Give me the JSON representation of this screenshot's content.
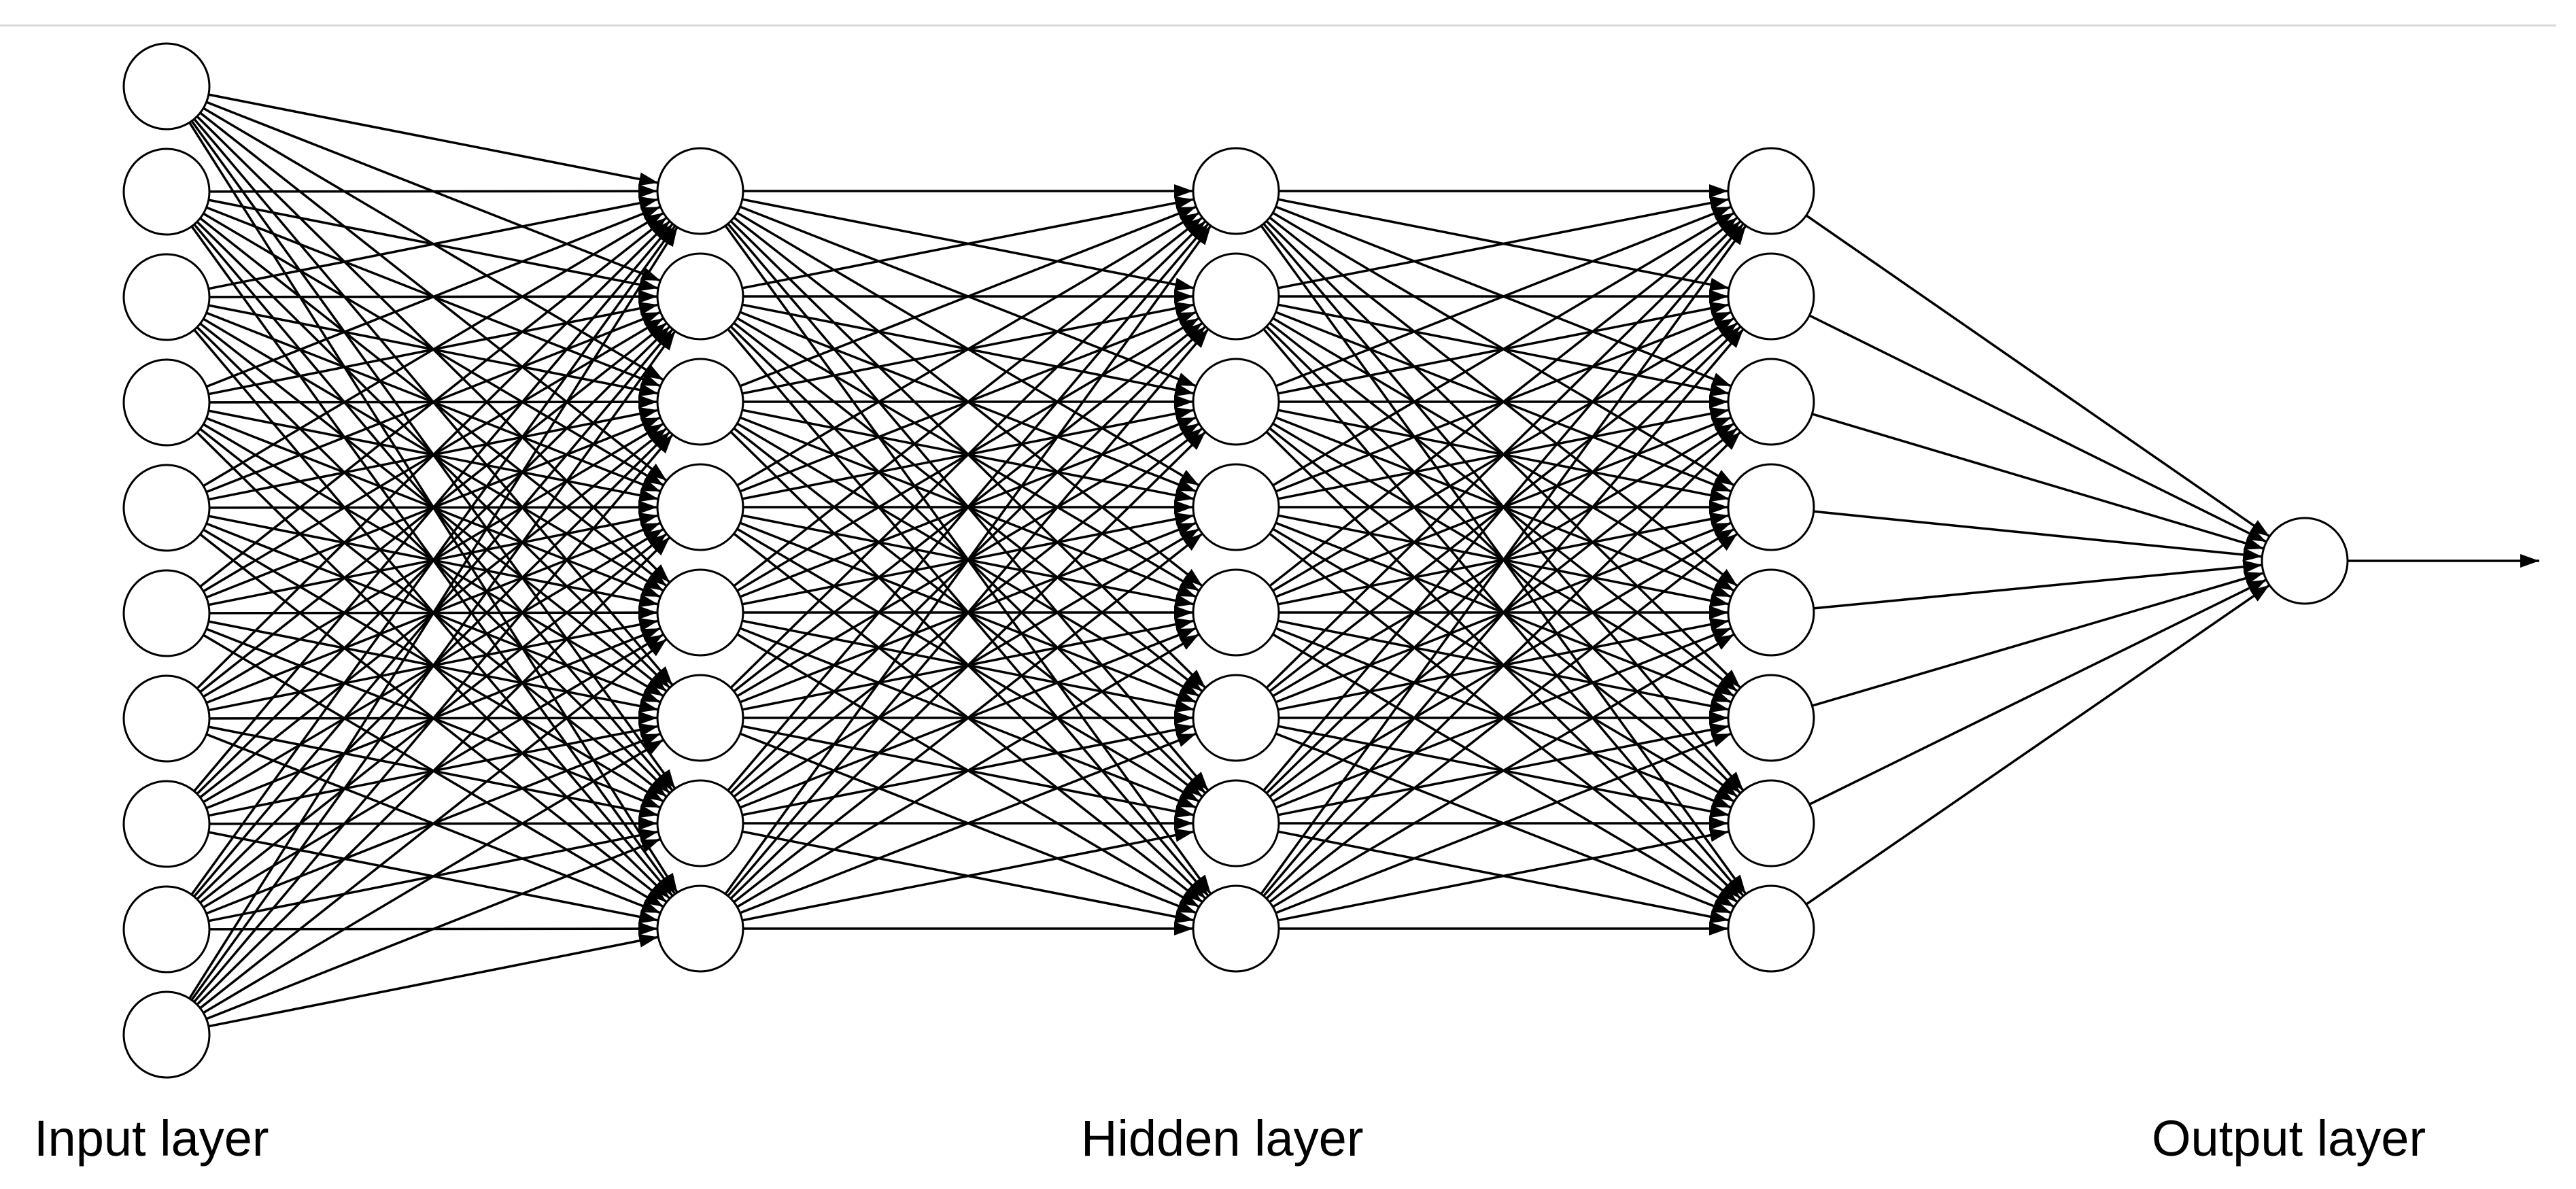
{
  "diagram": {
    "layers": [
      {
        "role": "input",
        "neurons": 10
      },
      {
        "role": "hidden",
        "neurons": 8
      },
      {
        "role": "hidden",
        "neurons": 8
      },
      {
        "role": "hidden",
        "neurons": 8
      },
      {
        "role": "output",
        "neurons": 1
      }
    ],
    "connectivity": "fully-connected",
    "output_arrow": true,
    "colors": {
      "background": "#ffffff",
      "node_stroke": "#000000",
      "node_fill": "#ffffff",
      "edge": "#000000",
      "divider": "#d9d9d9"
    }
  },
  "labels": {
    "input": "Input layer",
    "hidden": "Hidden layer",
    "output": "Output layer"
  }
}
